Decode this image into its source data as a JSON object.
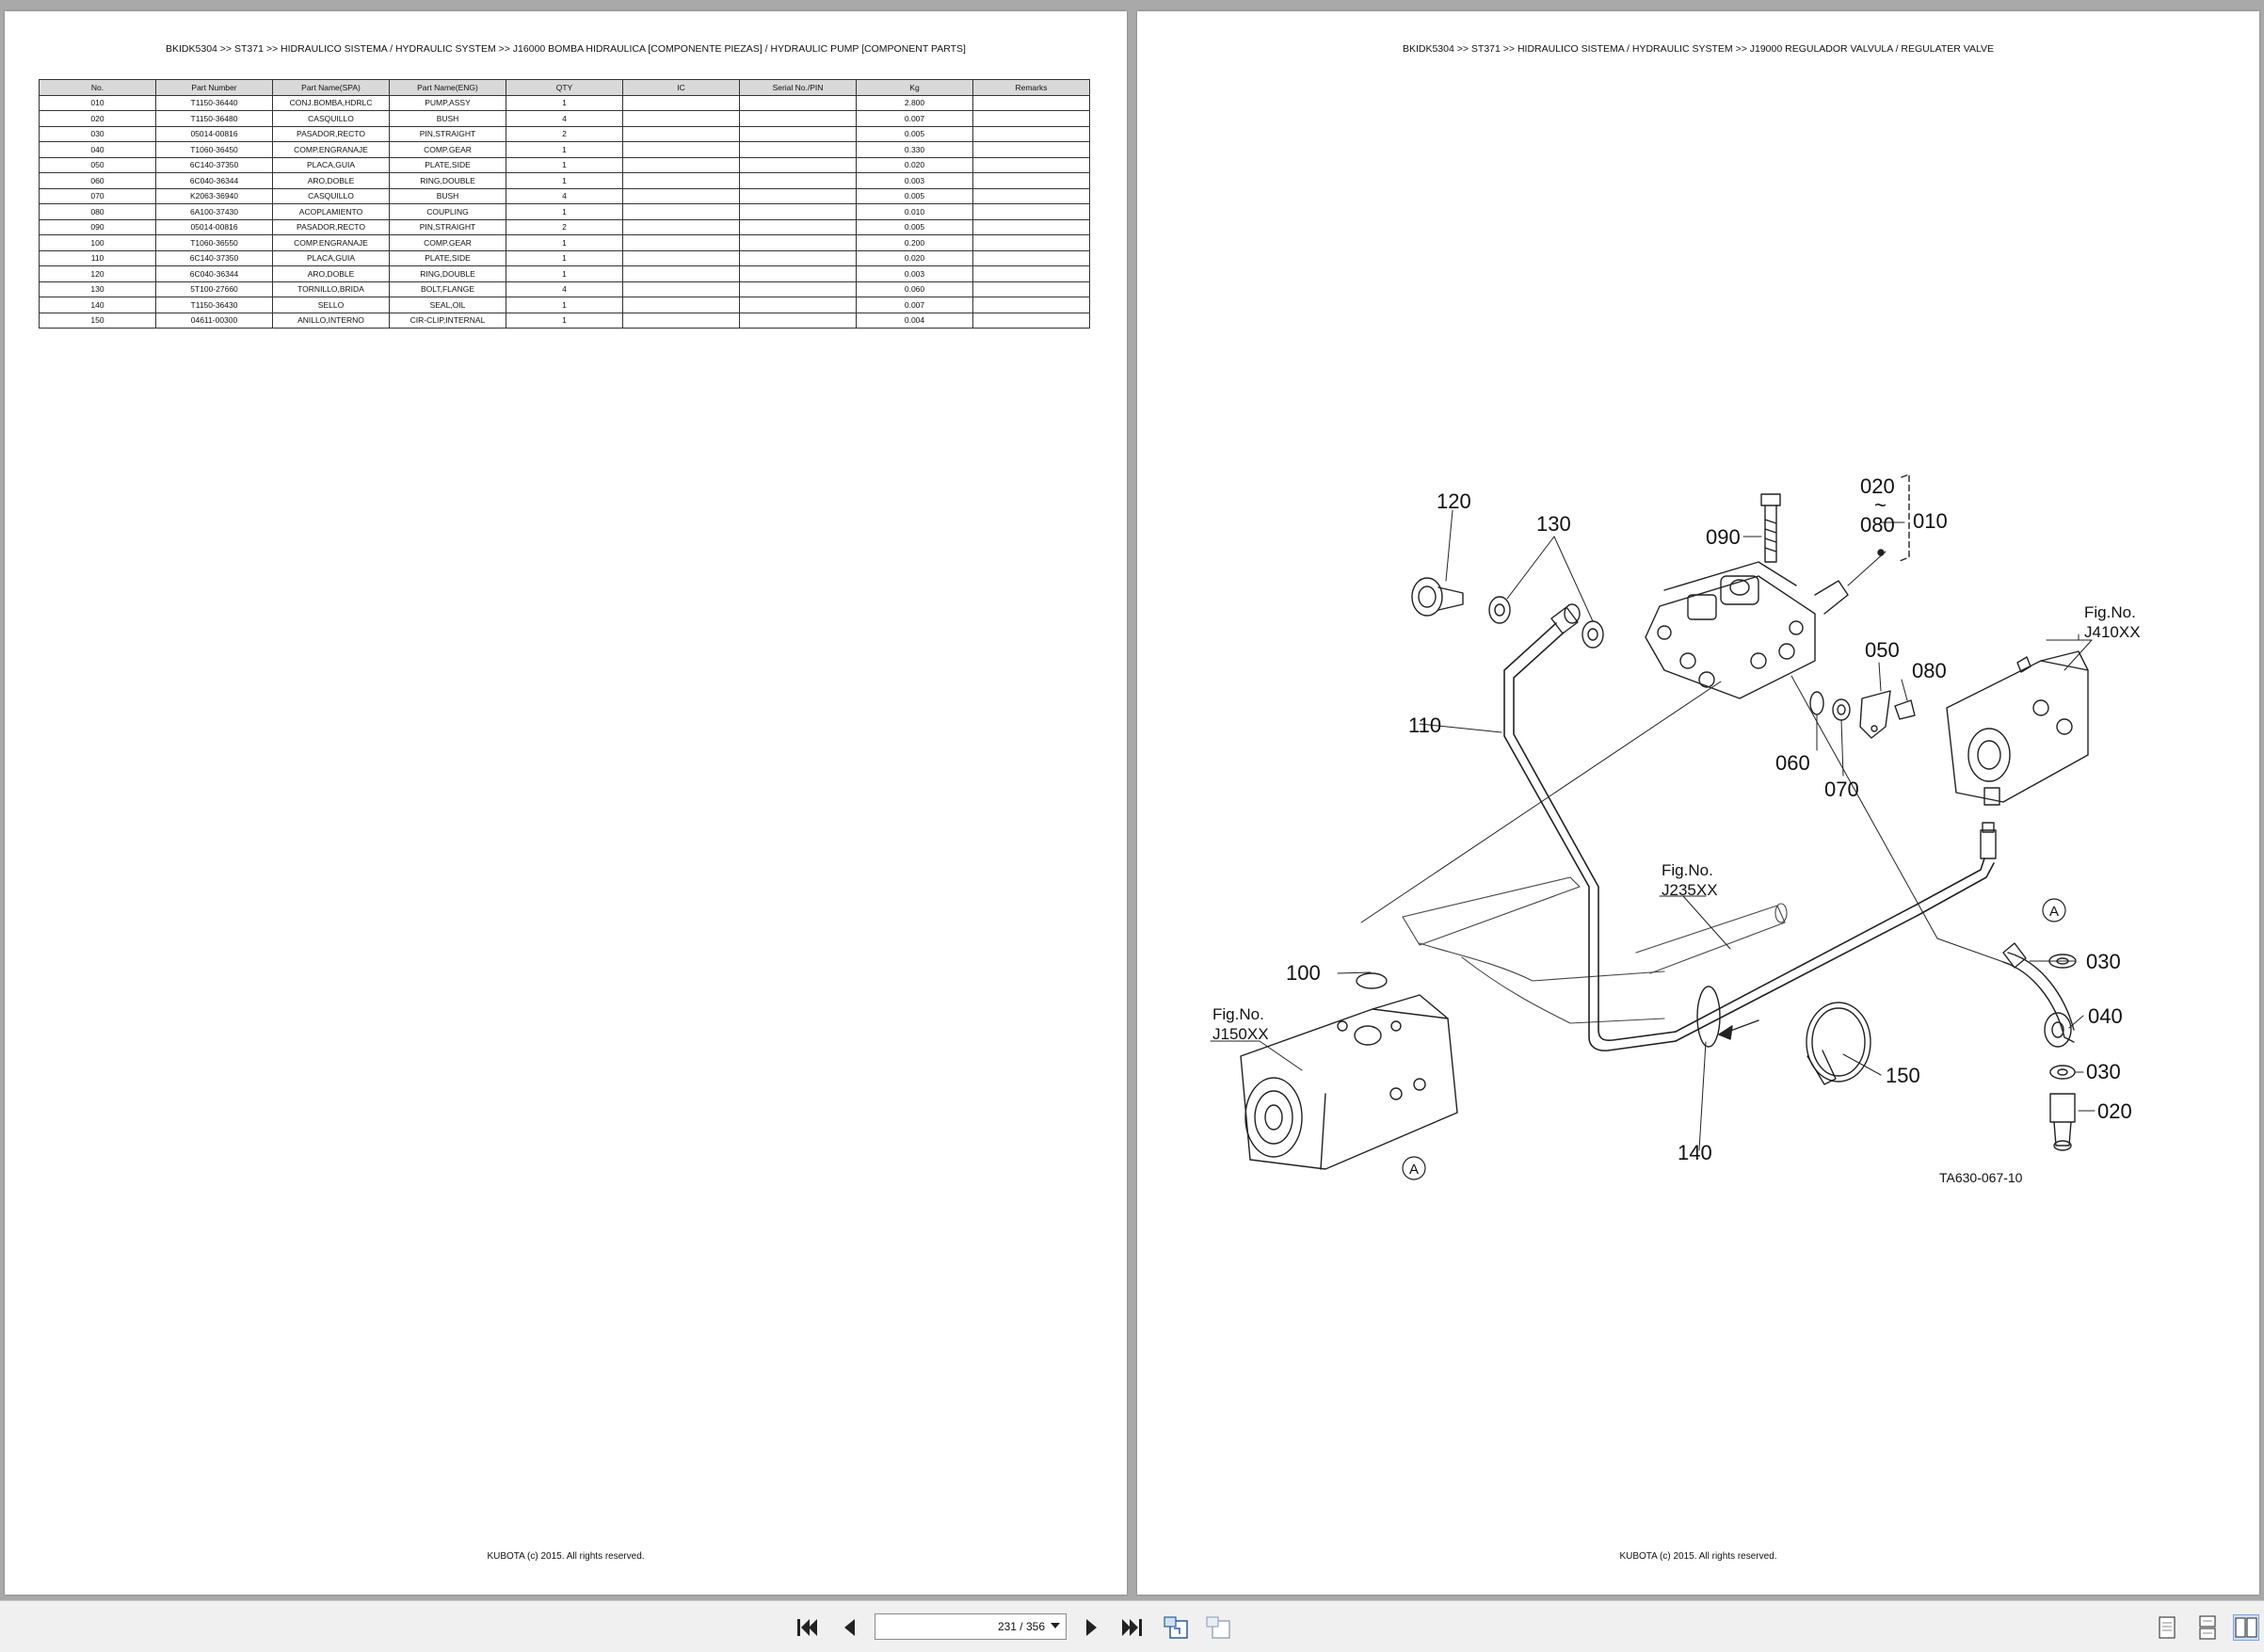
{
  "left_page": {
    "title": "BKIDK5304 >> ST371 >> HIDRAULICO SISTEMA / HYDRAULIC SYSTEM >> J16000   BOMBA HIDRAULICA [COMPONENTE PIEZAS] / HYDRAULIC PUMP [COMPONENT PARTS]",
    "footer": "KUBOTA (c) 2015. All rights reserved.",
    "columns": [
      "No.",
      "Part Number",
      "Part Name(SPA)",
      "Part Name(ENG)",
      "QTY",
      "IC",
      "Serial No./PIN",
      "Kg",
      "Remarks"
    ],
    "rows": [
      [
        "010",
        "T1150-36440",
        "CONJ.BOMBA,HDRLC",
        "PUMP,ASSY",
        "1",
        "",
        "",
        "2.800",
        ""
      ],
      [
        "020",
        "T1150-36480",
        "CASQUILLO",
        "BUSH",
        "4",
        "",
        "",
        "0.007",
        ""
      ],
      [
        "030",
        "05014-00816",
        "PASADOR,RECTO",
        "PIN,STRAIGHT",
        "2",
        "",
        "",
        "0.005",
        ""
      ],
      [
        "040",
        "T1060-36450",
        "COMP.ENGRANAJE",
        "COMP.GEAR",
        "1",
        "",
        "",
        "0.330",
        ""
      ],
      [
        "050",
        "6C140-37350",
        "PLACA,GUIA",
        "PLATE,SIDE",
        "1",
        "",
        "",
        "0.020",
        ""
      ],
      [
        "060",
        "6C040-36344",
        "ARO,DOBLE",
        "RING,DOUBLE",
        "1",
        "",
        "",
        "0.003",
        ""
      ],
      [
        "070",
        "K2063-36940",
        "CASQUILLO",
        "BUSH",
        "4",
        "",
        "",
        "0.005",
        ""
      ],
      [
        "080",
        "6A100-37430",
        "ACOPLAMIENTO",
        "COUPLING",
        "1",
        "",
        "",
        "0.010",
        ""
      ],
      [
        "090",
        "05014-00816",
        "PASADOR,RECTO",
        "PIN,STRAIGHT",
        "2",
        "",
        "",
        "0.005",
        ""
      ],
      [
        "100",
        "T1060-36550",
        "COMP.ENGRANAJE",
        "COMP.GEAR",
        "1",
        "",
        "",
        "0.200",
        ""
      ],
      [
        "110",
        "6C140-37350",
        "PLACA,GUIA",
        "PLATE,SIDE",
        "1",
        "",
        "",
        "0.020",
        ""
      ],
      [
        "120",
        "6C040-36344",
        "ARO,DOBLE",
        "RING,DOUBLE",
        "1",
        "",
        "",
        "0.003",
        ""
      ],
      [
        "130",
        "5T100-27660",
        "TORNILLO,BRIDA",
        "BOLT,FLANGE",
        "4",
        "",
        "",
        "0.060",
        ""
      ],
      [
        "140",
        "T1150-36430",
        "SELLO",
        "SEAL,OIL",
        "1",
        "",
        "",
        "0.007",
        ""
      ],
      [
        "150",
        "04611-00300",
        "ANILLO,INTERNO",
        "CIR-CLIP,INTERNAL",
        "1",
        "",
        "",
        "0.004",
        ""
      ]
    ]
  },
  "right_page": {
    "title": "BKIDK5304 >> ST371 >> HIDRAULICO SISTEMA / HYDRAULIC SYSTEM >> J19000   REGULADOR VALVULA / REGULATER VALVE",
    "footer": "KUBOTA (c) 2015. All rights reserved.",
    "diagram": {
      "callouts": {
        "c120": "120",
        "c130": "130",
        "c090": "090",
        "c020": "020",
        "c_tilde": "~",
        "c080_top": "080",
        "c010": "010",
        "c050": "050",
        "c080": "080",
        "c060": "060",
        "c070": "070",
        "c110": "110",
        "c100": "100",
        "c030a": "030",
        "c040": "040",
        "c030b": "030",
        "c020b": "020",
        "c150": "150",
        "c140": "140",
        "markA1": "A",
        "markA2": "A"
      },
      "fig_refs": {
        "fig1_line1": "Fig.No.",
        "fig1_line2": "J410XX",
        "fig2_line1": "Fig.No.",
        "fig2_line2": "J235XX",
        "fig3_line1": "Fig.No.",
        "fig3_line2": "J150XX"
      },
      "drawing_id": "TA630-067-10"
    }
  },
  "toolbar": {
    "page_indicator": "231 / 356",
    "icons": [
      "first-page-icon",
      "prev-page-icon",
      "next-page-icon",
      "last-page-icon",
      "fit-page-icon",
      "fit-width-icon",
      "single-page-icon",
      "continuous-icon",
      "two-page-icon"
    ]
  }
}
